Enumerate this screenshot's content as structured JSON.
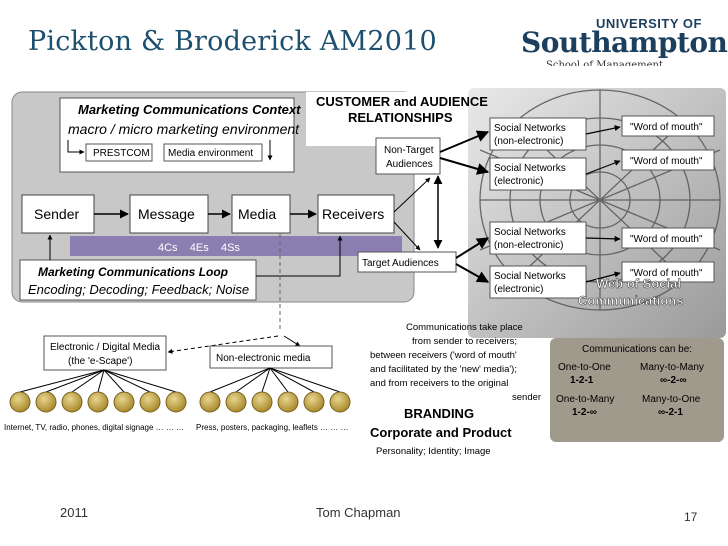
{
  "slide": {
    "title": "Pickton & Broderick AM2010",
    "footer_year": "2011",
    "footer_author": "Tom Chapman",
    "page_number": "17"
  },
  "logo": {
    "university_of": "UNIVERSITY OF",
    "name": "Southampton",
    "school": "School of Management"
  },
  "context": {
    "title": "Marketing Communications Context",
    "subtitle": "macro / micro marketing environment",
    "prestcom": "PRESTCOM",
    "media_environment": "Media environment"
  },
  "relationships": {
    "line1": "CUSTOMER and AUDIENCE",
    "line2": "RELATIONSHIPS"
  },
  "flow": {
    "sender": "Sender",
    "message": "Message",
    "media": "Media",
    "receivers": "Receivers"
  },
  "bar": {
    "label": "4Cs    4Es    4Ss"
  },
  "loop": {
    "title": "Marketing Communications Loop",
    "subtitle": "Encoding; Decoding; Feedback; Noise"
  },
  "audiences": {
    "non_target_1": "Non-Target",
    "non_target_2": "Audiences",
    "target": "Target Audiences"
  },
  "social_networks": [
    {
      "line1": "Social Networks",
      "line2": "(non-electronic)",
      "wom": "\"Word of mouth\""
    },
    {
      "line1": "Social Networks",
      "line2": "(electronic)",
      "wom": "\"Word of mouth\""
    },
    {
      "line1": "Social Networks",
      "line2": "(non-electronic)",
      "wom": "\"Word of mouth\""
    },
    {
      "line1": "Social Networks",
      "line2": "(electronic)",
      "wom": "\"Word of mouth\""
    }
  ],
  "web": {
    "line1": "Web of Social",
    "line2": "Communications"
  },
  "media_types": {
    "electronic_1": "Electronic / Digital Media",
    "electronic_2": "(the 'e-Scape')",
    "non_electronic": "Non-electronic media",
    "electronic_examples": "Internet, TV, radio, phones, digital signage … … …",
    "non_electronic_examples": "Press, posters, packaging, leaflets … … …"
  },
  "communications_text": [
    "Communications take place",
    "from sender to receivers;",
    "between receivers ('word of mouth'",
    "and facilitated by the 'new' media');",
    "and from receivers to the original",
    "sender"
  ],
  "branding": {
    "title": "BRANDING",
    "subtitle": "Corporate and Product",
    "detail": "Personality; Identity; Image"
  },
  "modes": {
    "title": "Communications can be:",
    "one_to_one": "One-to-One",
    "one_to_one_sym": "1-2-1",
    "many_to_many": "Many-to-Many",
    "many_to_many_sym": "∞-2-∞",
    "one_to_many": "One-to-Many",
    "one_to_many_sym": "1-2-∞",
    "many_to_one": "Many-to-One",
    "many_to_one_sym": "∞-2-1"
  },
  "colors": {
    "title_blue": "#1d4f6e",
    "panel_gray": "#c8c8c8",
    "bar_purple": "#8a7fb0",
    "circle_olive": "#c9a94c",
    "modes_box": "#9f9a8c"
  }
}
